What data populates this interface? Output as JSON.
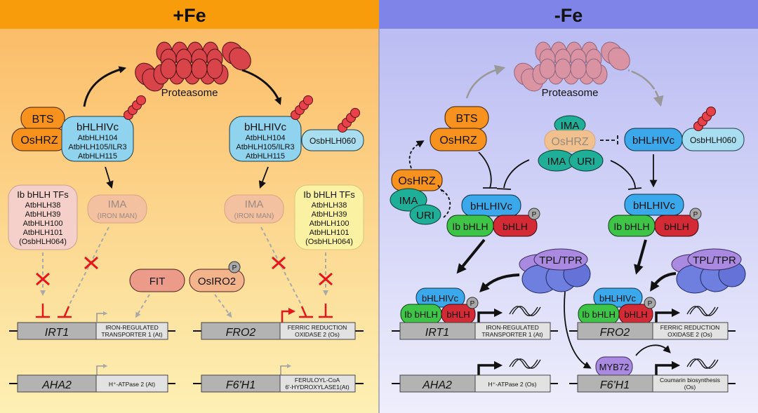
{
  "panels": {
    "plus_fe": {
      "title": "+Fe",
      "header_color": "#f99c0c",
      "proteasome_label": "Proteasome",
      "complex_left": {
        "bts": "BTS",
        "oshrz": "OsHRZ",
        "bhlhivc": {
          "title": "bHLHIVc",
          "lines": [
            "AtbHLH104",
            "AtbHLH105/ILR3",
            "AtbHLH115"
          ]
        }
      },
      "complex_right": {
        "bhlhivc": {
          "title": "bHLHIVc",
          "lines": [
            "AtbHLH104",
            "AtbHLH105/ILR3",
            "AtbHLH115"
          ]
        },
        "osbhlh060": "OsbHLH060"
      },
      "ima_left": {
        "title": "IMA",
        "sub": "(IRON MAN)"
      },
      "ima_right": {
        "title": "IMA",
        "sub": "(IRON MAN)"
      },
      "ib_left": {
        "title": "Ib bHLH TFs",
        "lines": [
          "AtbHLH38",
          "AtbHLH39",
          "AtbHLH100",
          "AtbHLH101",
          "(OsbHLH064)"
        ]
      },
      "ib_right": {
        "title": "Ib bHLH TFs",
        "lines": [
          "AtbHLH38",
          "AtbHLH39",
          "AtbHLH100",
          "AtbHLH101",
          "(OsbHLH064)"
        ]
      },
      "fit": "FIT",
      "osiro2": "OsIRO2",
      "phospho": "P",
      "genes": [
        {
          "name": "IRT1",
          "desc": [
            "IRON-REGULATED",
            "TRANSPORTER 1 (At)"
          ]
        },
        {
          "name": "FRO2",
          "desc": [
            "FERRIC REDUCTION",
            "OXIDASE 2 (Os)"
          ]
        },
        {
          "name": "AHA2",
          "desc": [
            "H⁺-ATPase 2 (At)"
          ]
        },
        {
          "name": "F6'H1",
          "desc": [
            "FERULOYL-CoA",
            "6'-HYDROXYLASE1(At)"
          ]
        }
      ]
    },
    "minus_fe": {
      "title": "-Fe",
      "header_color": "#7f85e8",
      "proteasome_label": "Proteasome",
      "bts": "BTS",
      "oshrz": "OsHRZ",
      "oshrz_left": "OsHRZ",
      "ima": "IMA",
      "uri": "URI",
      "center_cluster": {
        "ima_top": "IMA",
        "oshrz": "OsHRZ",
        "ima_bottom": "IMA",
        "uri": "URI"
      },
      "bhlhivc": "bHLHIVc",
      "osbhlh060": "OsbHLH060",
      "ib_bhlh": "Ib bHLH",
      "bhlh": "bHLH",
      "phospho": "P",
      "tpl_tpr": "TPL/TPR",
      "myb72": "MYB72",
      "genes": [
        {
          "name": "IRT1",
          "desc": [
            "IRON-REGULATED",
            "TRANSPORTER 1 (At)"
          ]
        },
        {
          "name": "FRO2",
          "desc": [
            "FERRIC REDUCTION",
            "OXIDASE 2 (Os)"
          ]
        },
        {
          "name": "AHA2",
          "desc": [
            "H⁺-ATPase 2 (Os)"
          ]
        },
        {
          "name": "F6'H1",
          "desc": [
            "Coumarin biosynthesis",
            "(Os)"
          ]
        }
      ]
    }
  },
  "colors": {
    "bhlhivc": "#8fd3ee",
    "bhlhivc_active": "#3aa8ea",
    "osbhlh060": "#a8def0",
    "orange": "#f7921e",
    "ima_faded": "#f3b9a0",
    "ib_pink": "#f5cfc9",
    "ib_yellow": "#fbf1a2",
    "fit": "#ec9a8a",
    "osiro2": "#f3b48c",
    "teal": "#1fae98",
    "green": "#3ec447",
    "red": "#d42a36",
    "purple": "#a98ae0",
    "blue_purple": "#6f7fe0",
    "inhibit_red": "#e8141c",
    "gene_dark": "#b3b3b3",
    "gene_light": "#e2e2e2"
  }
}
